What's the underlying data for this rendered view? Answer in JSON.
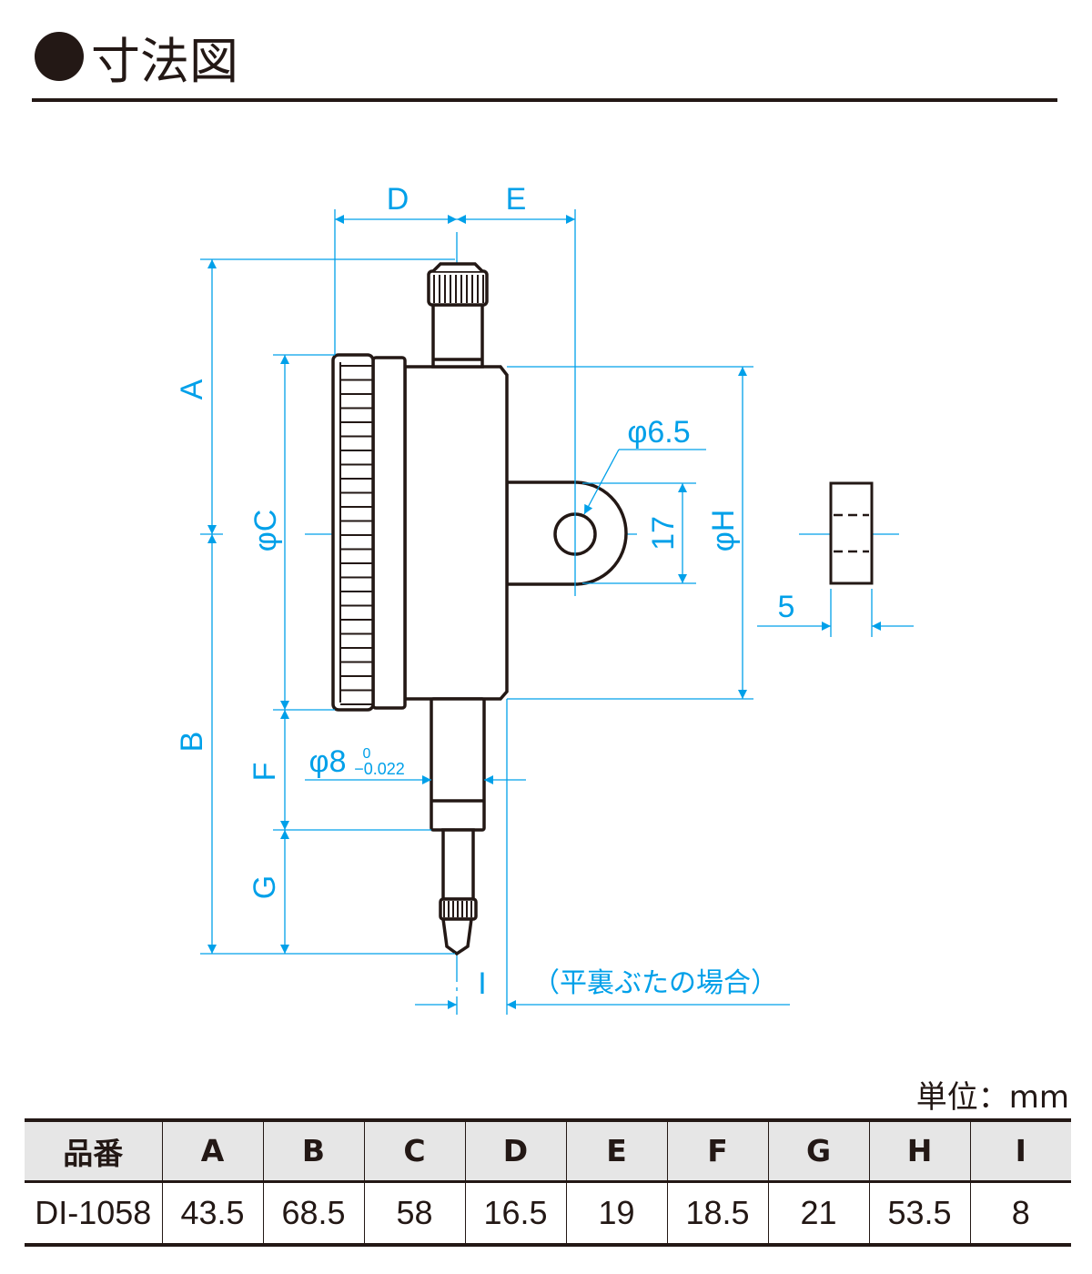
{
  "header": {
    "title": "寸法図",
    "bullet_icon": "black-circle-icon"
  },
  "drawing": {
    "labels": {
      "A": "A",
      "B": "B",
      "C": "φC",
      "D": "D",
      "E": "E",
      "F": "F",
      "G": "G",
      "H": "φH",
      "I": "I",
      "hole_dia": "φ6.5",
      "lug_height": "17",
      "lug_thickness": "5",
      "stem_dia": "φ8",
      "stem_tol_upper": "0",
      "stem_tol_lower": "−0.022",
      "note": "（平裏ぶたの場合）"
    },
    "colors": {
      "dimension": "#00a0e9",
      "outline": "#231815"
    }
  },
  "table": {
    "unit": "単位：mm",
    "headers": [
      "品番",
      "A",
      "B",
      "C",
      "D",
      "E",
      "F",
      "G",
      "H",
      "I"
    ],
    "rows": [
      [
        "DI-1058",
        "43.5",
        "68.5",
        "58",
        "16.5",
        "19",
        "18.5",
        "21",
        "53.5",
        "8"
      ]
    ]
  }
}
